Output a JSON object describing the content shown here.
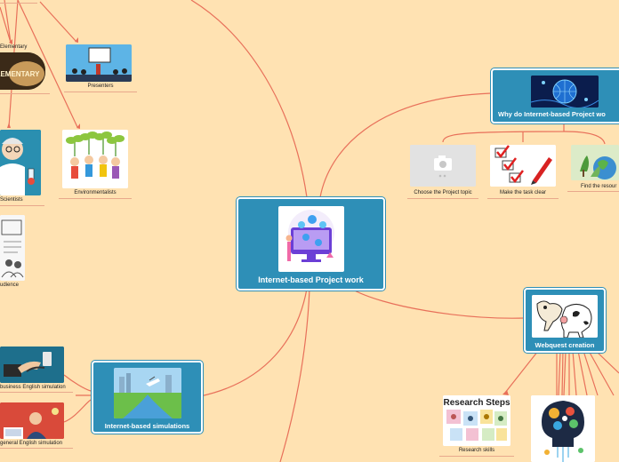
{
  "map": {
    "center": {
      "label": "Internet-based Project work"
    },
    "why": {
      "label": "Why do Internet-based Project wo",
      "children": [
        "Choose the Project topic",
        "Make the task clear",
        "Find the resour"
      ]
    },
    "webquest": {
      "label": "Webquest creation",
      "children": [
        "Research skills"
      ]
    },
    "simulations": {
      "label": "Internet-based simulations",
      "children": [
        "business English simulation",
        "general English simulation"
      ]
    },
    "roles": {
      "children": [
        "Elementary",
        "Presenters",
        "Scientists",
        "Environmentalists",
        "udience"
      ]
    },
    "images": {
      "elementary_text": "LEMENTARY",
      "research_text": "Research Steps"
    }
  },
  "colors": {
    "background": "#ffe2b2",
    "topic": "#2e8fb7",
    "link": "#e8705a"
  }
}
